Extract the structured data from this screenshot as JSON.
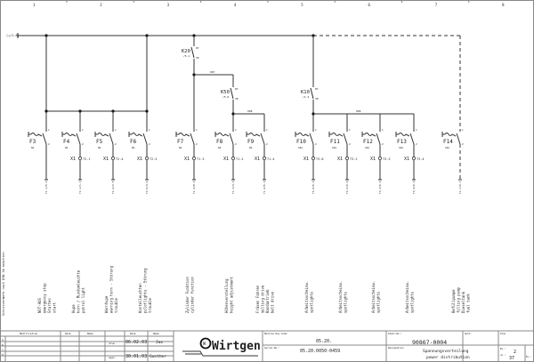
{
  "sheet_columns": [
    "1",
    "2",
    "3",
    "4",
    "5",
    "6",
    "7",
    "8"
  ],
  "bus_label": "(+/1.8)",
  "side_note": "Schutzvermerk nach DIN 34 beachten",
  "relays": [
    {
      "label": "K20",
      "ref": "/5.1",
      "pin_in": "87",
      "pin_out": "30"
    },
    {
      "label": "K50",
      "ref": "/5.0",
      "pin_in": "87",
      "pin_out": "30"
    },
    {
      "label": "K10",
      "ref": "/1.2",
      "pin_in": "87",
      "pin_out": "30"
    }
  ],
  "nets": [
    "907",
    "908",
    "909"
  ],
  "fuses": [
    {
      "label": "F3",
      "rating": "8A",
      "terminal": "",
      "ref": "T1.1/6.2",
      "desc": [
        "NOT-AUS",
        "emergency stop",
        "Starten",
        "start"
      ]
    },
    {
      "label": "F4",
      "rating": "8A",
      "terminal": "X1 T2.1",
      "ref": "T2.1/1.2",
      "desc": [
        "Hupe",
        "horn / Rundumleuchte",
        "patrol light"
      ]
    },
    {
      "label": "F5",
      "rating": "8A",
      "terminal": "X1 T2.4",
      "ref": "T2.4/2.5",
      "desc": [
        "Warnhupe",
        "warning horn - Störung",
        "trouble"
      ]
    },
    {
      "label": "F6",
      "rating": "8A",
      "terminal": "X1 T2.5",
      "ref": "T2.5/3.5",
      "desc": [
        "Kontelleuchten",
        "pilotlights - Störung",
        "trouble"
      ]
    },
    {
      "label": "F7",
      "rating": "8A",
      "terminal": "X1 T1.3",
      "ref": "T1.3/8.3",
      "desc": [
        "Zylinder Funktion",
        "cylinder function"
      ]
    },
    {
      "label": "F8",
      "rating": "8A",
      "terminal": "X1 T1.2",
      "ref": "T1.2/3.3",
      "desc": [
        "Höhenverstellung",
        "height adjustment"
      ]
    },
    {
      "label": "F9",
      "rating": "8A",
      "terminal": "X1 T1.4",
      "ref": "T1.4/6.3",
      "desc": [
        "Fräsen Fahren",
        "milling drive",
        "Bandantrieb",
        "belt drive"
      ]
    },
    {
      "label": "F10",
      "rating": "16A",
      "terminal": "X1 T3.0",
      "ref": "T3.0/6.3",
      "desc": [
        "Arbeitsscheinw.",
        "spotlights"
      ]
    },
    {
      "label": "F11",
      "rating": "16A",
      "terminal": "X1 T3.2",
      "ref": "T3.2/6.3",
      "desc": [
        "Arbeitsscheinw.",
        "spotlights"
      ]
    },
    {
      "label": "F12",
      "rating": "16A",
      "terminal": "X1 T3.3",
      "ref": "T3.3/6.3",
      "desc": [
        "Arbeitsscheinw.",
        "spotlights"
      ]
    },
    {
      "label": "F13",
      "rating": "16A",
      "terminal": "X1 T3.4",
      "ref": "T3.4/6.3",
      "desc": [
        "Arbeitsscheinw.",
        "spotlights"
      ]
    },
    {
      "label": "F14",
      "rating": "16A",
      "terminal": "",
      "ref": "T1.1/6.7",
      "desc": [
        "Befüllpumpe",
        "filling pump",
        "Dieseltank",
        "fuel tank"
      ]
    }
  ],
  "title_block": {
    "modification_header": "Modification",
    "date_header": "Date",
    "name_header": "Name",
    "rev_rows": [
      "a",
      "b",
      "c",
      "d"
    ],
    "date_col": "Date",
    "name_col": "Name",
    "drawn_label": "drwn.",
    "drawn_date": "06.02.03",
    "drawn_name": "Jax",
    "appr_label": "appr.",
    "appr_date": "30.01.03",
    "appr_name": "Gunther",
    "logo": "Wirtgen",
    "machine_key_label": "Machine Key Code:",
    "machine_key": "05.20.",
    "serial_label": "Serial-No.:",
    "serial": "05.20.0050-0459",
    "ident_label": "Ident-No.:",
    "ident": "90867-0004",
    "spot_label": "Spot:",
    "designation_label": "Designation:",
    "designation_de": "Spannungsverteilung",
    "designation_en": "power distribution",
    "plan_label": "Plan",
    "sheet_label": "Bl.:",
    "sheet": "2",
    "of_label": "vn.:",
    "of": "37",
    "bl_label": "Bl.:"
  }
}
